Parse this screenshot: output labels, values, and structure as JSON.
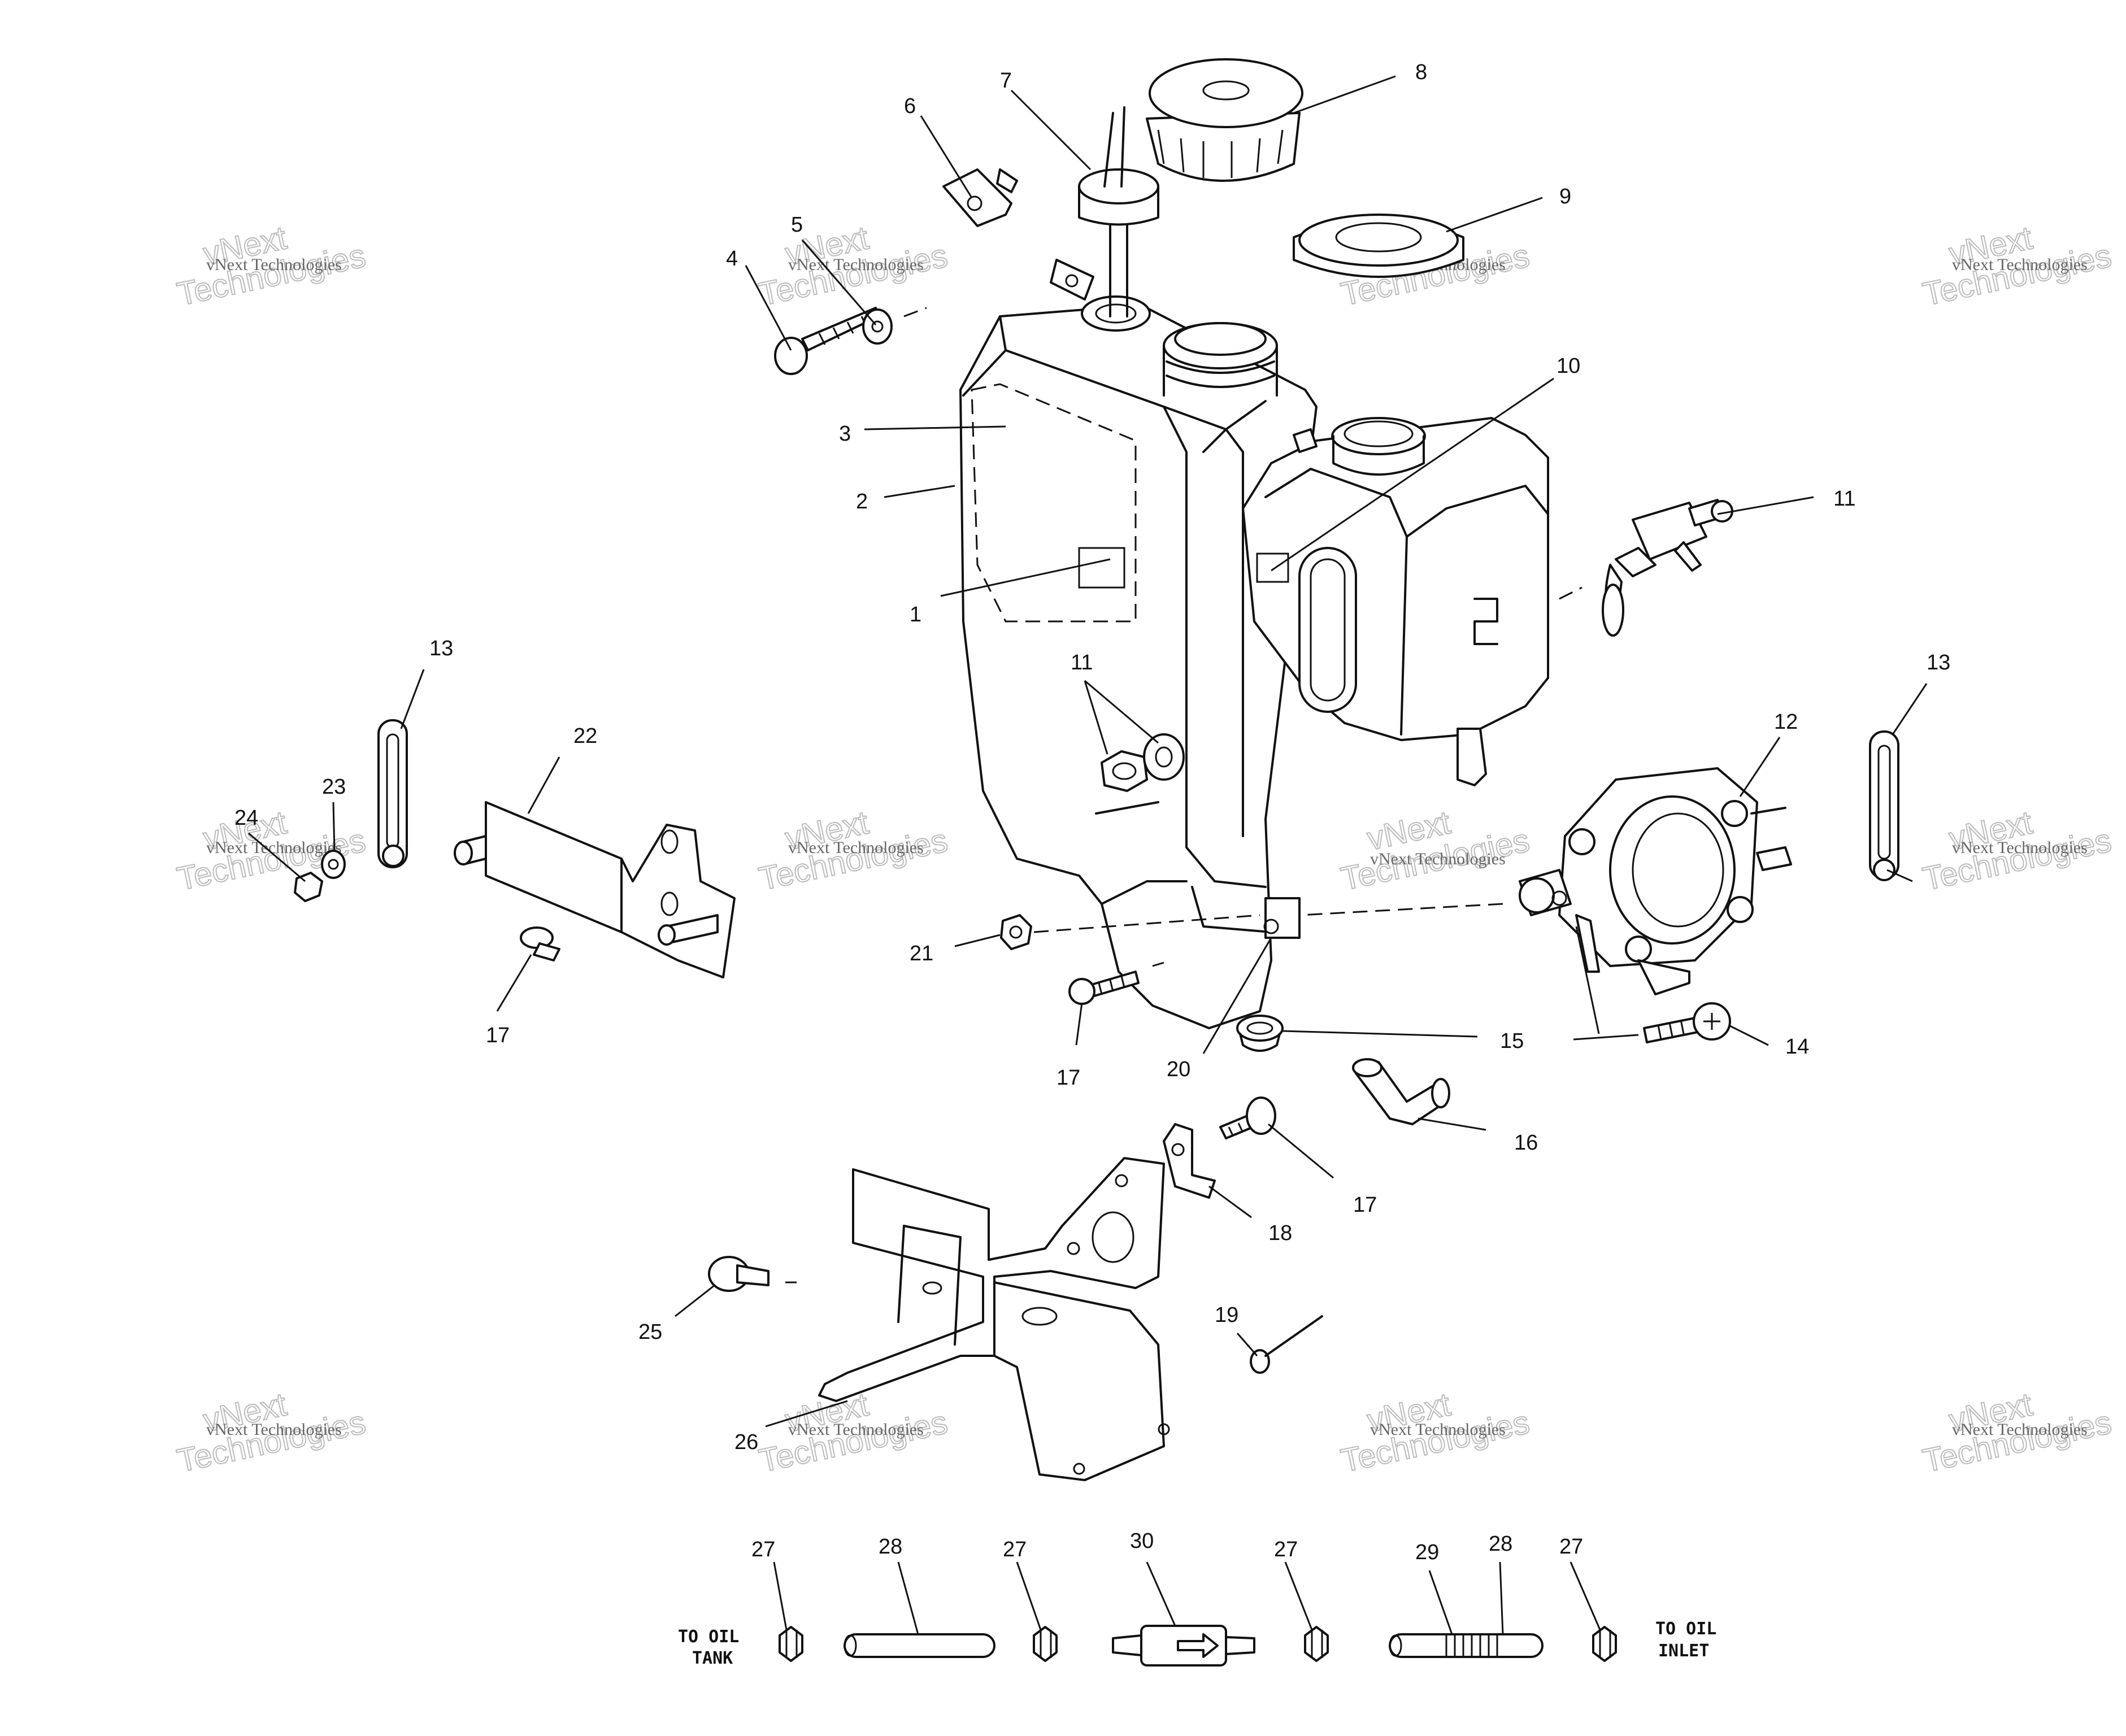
{
  "watermark": {
    "brand": "vNext Technologies",
    "line1": "vNext",
    "line2": "Technologies"
  },
  "notes": {
    "left_line1": "TO OIL",
    "left_line2": "TANK",
    "right_line1": "TO OIL",
    "right_line2": "INLET"
  },
  "callouts": {
    "c1": "1",
    "c2": "2",
    "c3": "3",
    "c4": "4",
    "c5": "5",
    "c6": "6",
    "c7": "7",
    "c8": "8",
    "c9": "9",
    "c10": "10",
    "c11a": "11",
    "c11b": "11",
    "c12": "12",
    "c13a": "13",
    "c13b": "13",
    "c14": "14",
    "c15": "15",
    "c16": "16",
    "c17a": "17",
    "c17b": "17",
    "c17c": "17",
    "c18": "18",
    "c19": "19",
    "c20": "20",
    "c21": "21",
    "c22": "22",
    "c23": "23",
    "c24": "24",
    "c25": "25",
    "c26": "26",
    "c27a": "27",
    "c27b": "27",
    "c27c": "27",
    "c27d": "27",
    "c28a": "28",
    "c28b": "28",
    "c29": "29",
    "c30": "30"
  }
}
